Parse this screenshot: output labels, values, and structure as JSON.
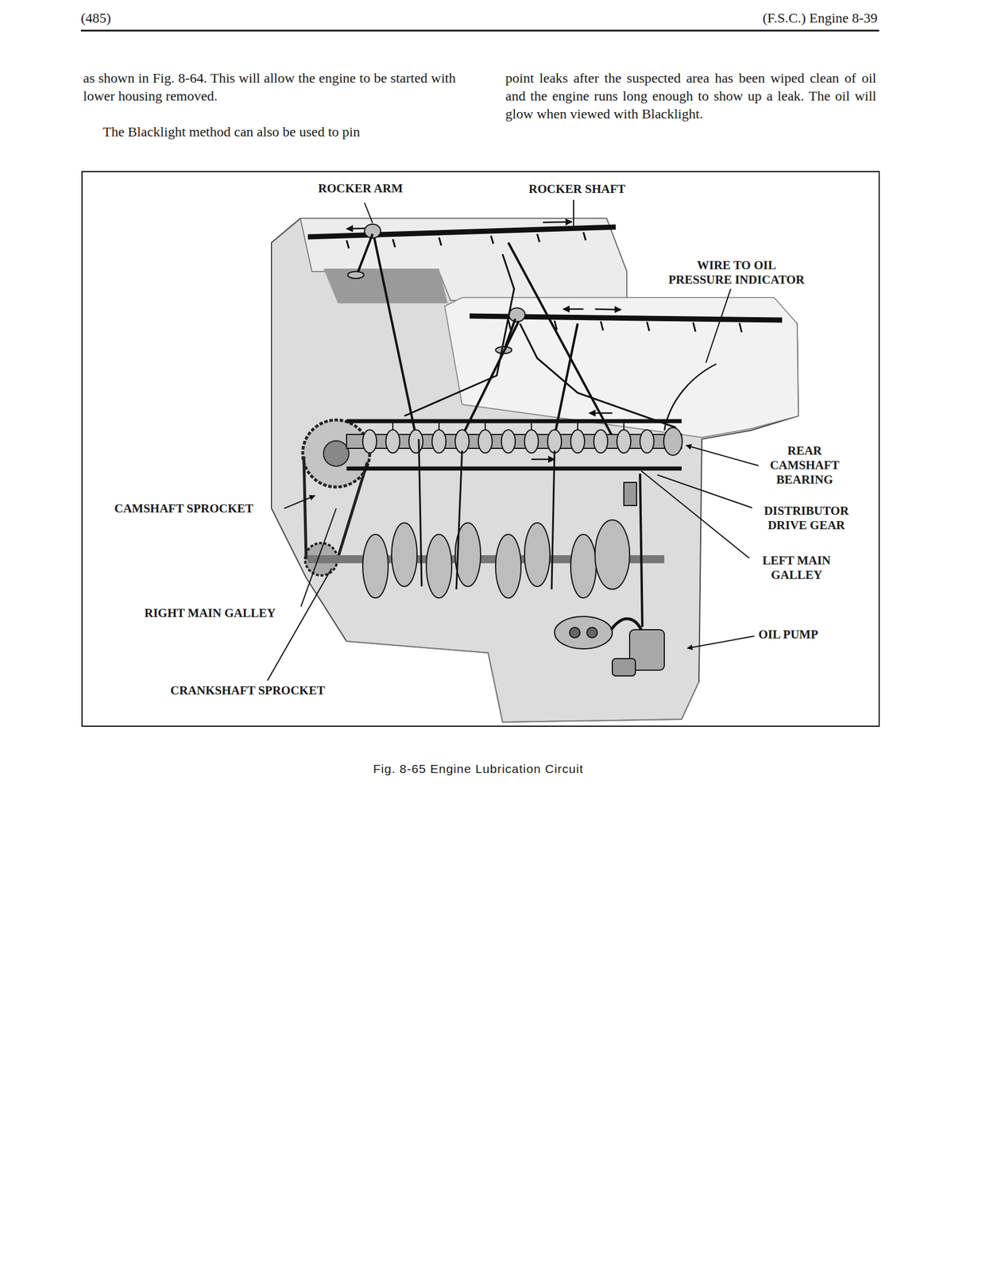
{
  "diagram": {
    "caption": "Fig. 8-65 Engine Lubrication Circuit",
    "labels": [
      "(485)",
      "(F.S.C.) Engine 8-39",
      "as shown in Fig. 8-64. This will allow the engine to be started with lower housing removed.",
      "The Blacklight method can also be used to pin",
      "point leaks after the suspected area has been wiped clean of oil and the engine runs long enough to show up a leak. The oil will glow when viewed with Blacklight.",
      "ROCKER ARM",
      "ROCKER SHAFT",
      "WIRE TO OIL PRESSURE INDICATOR",
      "REAR CAMSHAFT BEARING",
      "DISTRIBUTOR DRIVE GEAR",
      "LEFT MAIN GALLEY",
      "OIL PUMP",
      "CAMSHAFT SPROCKET",
      "RIGHT MAIN GALLEY",
      "CRANKSHAFT SPROCKET"
    ]
  }
}
